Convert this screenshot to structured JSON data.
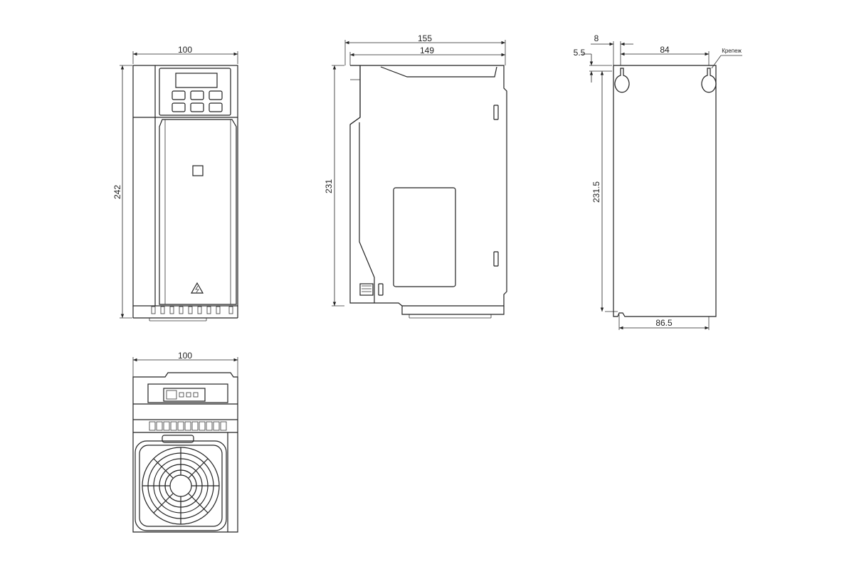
{
  "drawing": {
    "front_view": {
      "width_label": "100",
      "height_label": "242"
    },
    "side_view": {
      "depth_label": "155",
      "depth_inner_label": "149",
      "height_label": "231"
    },
    "mount_view": {
      "offset_label": "8",
      "top_offset_label": "5.5",
      "hole_spacing_label": "84",
      "hole_height_label": "231.5",
      "bottom_spacing_label": "86.5",
      "fastener_label": "Крепеж"
    },
    "bottom_view": {
      "width_label": "100"
    }
  },
  "colors": {
    "line": "#222222",
    "background": "#ffffff"
  }
}
